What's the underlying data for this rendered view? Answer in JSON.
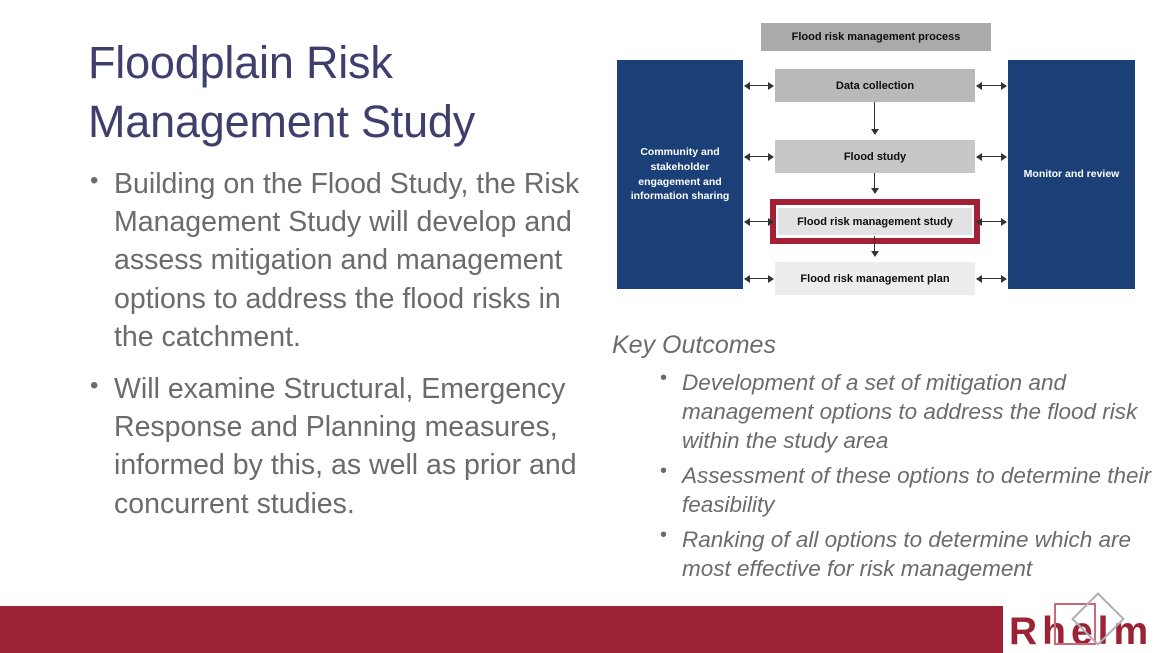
{
  "slide": {
    "title": "Floodplain Risk\nManagement Study",
    "title_color": "#3f3f6e",
    "body_color": "#6b6b6b",
    "bullet_glyph": "•",
    "bullets": [
      "Building on the Flood Study, the Risk Management Study will develop and assess mitigation and management options to address the flood risks in the catchment.",
      "Will examine Structural, Emergency Response and Planning measures, informed by this, as well as prior and concurrent studies."
    ]
  },
  "diagram": {
    "header_label": "Flood risk management process",
    "left_panel_label": "Community and stakeholder engagement and information sharing",
    "right_panel_label": "Monitor and review",
    "panel_color": "#1b3f77",
    "highlight_color": "#a51f36",
    "steps": [
      {
        "label": "Data collection",
        "fill": "#b9b9b9",
        "highlighted": false
      },
      {
        "label": "Flood study",
        "fill": "#c7c7c7",
        "highlighted": false
      },
      {
        "label": "Flood risk management study",
        "fill": "#e2e2e2",
        "highlighted": true
      },
      {
        "label": "Flood risk management plan",
        "fill": "#ededed",
        "highlighted": false
      }
    ]
  },
  "outcomes": {
    "heading": "Key Outcomes",
    "bullet_glyph": "•",
    "items": [
      "Development of a set of mitigation and management options to address the flood risk within the study area",
      "Assessment of these options to determine their feasibility",
      "Ranking of all options to determine which are most effective for risk management"
    ]
  },
  "footer": {
    "bar_color": "#9b2335",
    "logo_text": "Rhelm"
  }
}
